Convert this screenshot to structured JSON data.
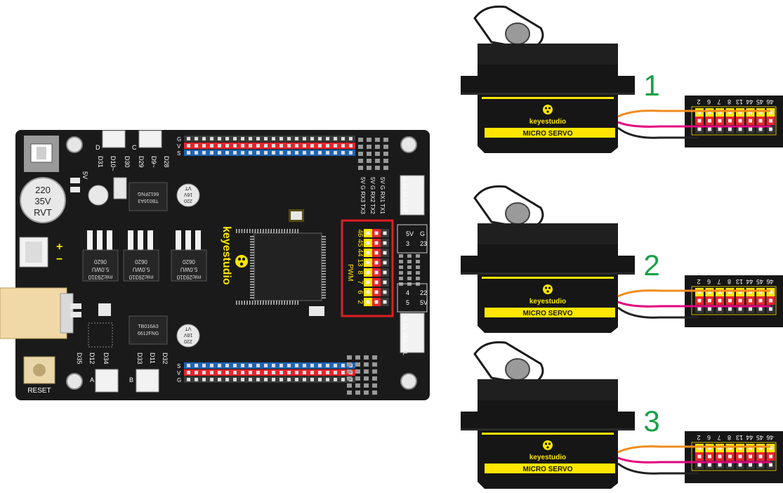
{
  "board": {
    "brand": "keyestudio",
    "cap_main": [
      "220",
      "35V",
      "RVT"
    ],
    "cap_small": [
      "220",
      "16V",
      "VT"
    ],
    "regulator_text": [
      "mic29310",
      "5.0WU",
      "0620"
    ],
    "driver_chip": [
      "TB016A3",
      "6612FNG"
    ],
    "reset_label": "RESET",
    "plus_label": "+",
    "minus_label": "−",
    "power_label": "5V",
    "motor_ports": [
      "A",
      "B",
      "C",
      "D"
    ],
    "top_pins": [
      "D31",
      "D10~",
      "D30",
      "D29",
      "D9~",
      "D28"
    ],
    "bottom_pins": [
      "D35",
      "D12",
      "D34",
      "D33",
      "D11",
      "D32"
    ],
    "pwm_label": "PWM",
    "pwm_pins": [
      "46",
      "45",
      "44",
      "13",
      "8",
      "7",
      "6",
      "2"
    ],
    "header_rows": [
      "G",
      "V",
      "S"
    ],
    "right_labels": [
      "G 5V 50 51 52",
      "5V G RX1 TX1",
      "5V G RX2 TX2",
      "5V G RX3 TX3",
      "G 5V SDA SCL"
    ],
    "side_box_top": [
      "5V",
      "3",
      "G",
      "23"
    ],
    "side_box_bottom": [
      "4",
      "5",
      "22",
      "5V"
    ]
  },
  "servo": {
    "brand": "keyestudio",
    "label": "MICRO SERVO",
    "numbers": [
      "1",
      "2",
      "3"
    ],
    "mini_header_pins": [
      "46",
      "45",
      "44",
      "13",
      "8",
      "7",
      "6",
      "2"
    ]
  },
  "colors": {
    "board": "#1a1a1a",
    "yellow": "#ffe600",
    "red": "#e8242c",
    "blue": "#1e64b4",
    "highlight": "#e01e26",
    "number_green": "#1aa048",
    "wire_orange": "#f08c1e",
    "wire_magenta": "#e4007f",
    "wire_black": "#222222"
  }
}
